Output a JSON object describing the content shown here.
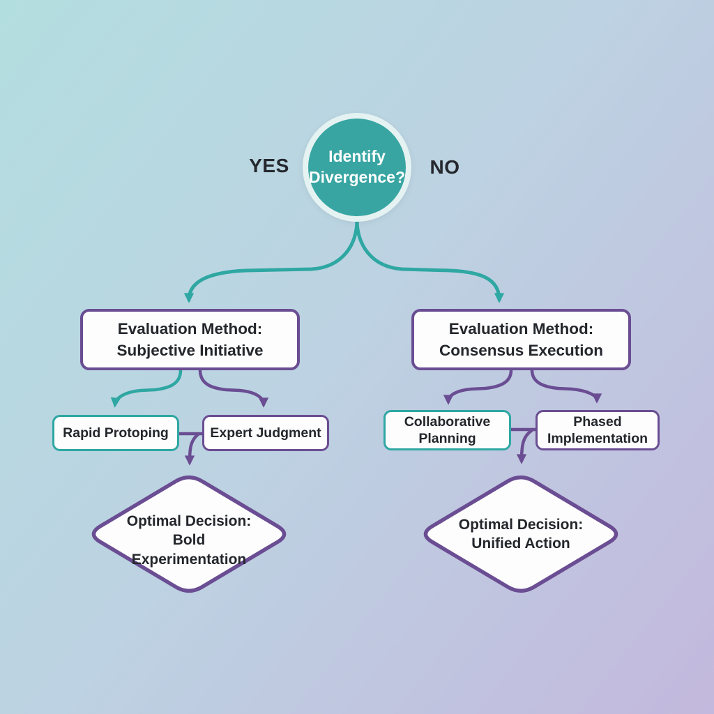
{
  "flowchart": {
    "root": {
      "label": "Identify\nDivergence?"
    },
    "branch_labels": {
      "yes": "YES",
      "no": "NO"
    },
    "yes_branch": {
      "evaluation": {
        "label": "Evaluation Method:\nSubjective Initiative"
      },
      "methods": [
        {
          "label": "Rapid Protoping"
        },
        {
          "label": "Expert Judgment"
        }
      ],
      "decision": {
        "label": "Optimal Decision:\nBold\nExperimentation"
      }
    },
    "no_branch": {
      "evaluation": {
        "label": "Evaluation Method:\nConsensus Execution"
      },
      "methods": [
        {
          "label": "Collaborative\nPlanning"
        },
        {
          "label": "Phased\nImplementation"
        }
      ],
      "decision": {
        "label": "Optimal Decision:\nUnified Action"
      }
    }
  },
  "colors": {
    "teal_accent": "#2fa7a2",
    "purple_accent": "#6a4d92",
    "circle_fill": "#38a5a2",
    "circle_ring": "#eef6f7",
    "node_fill": "#fdfdfe",
    "text_dark": "#23262b",
    "bg_top_left": "#b3dee0",
    "bg_middle": "#bdd2e2",
    "bg_bottom_right": "#c3b8dd"
  }
}
